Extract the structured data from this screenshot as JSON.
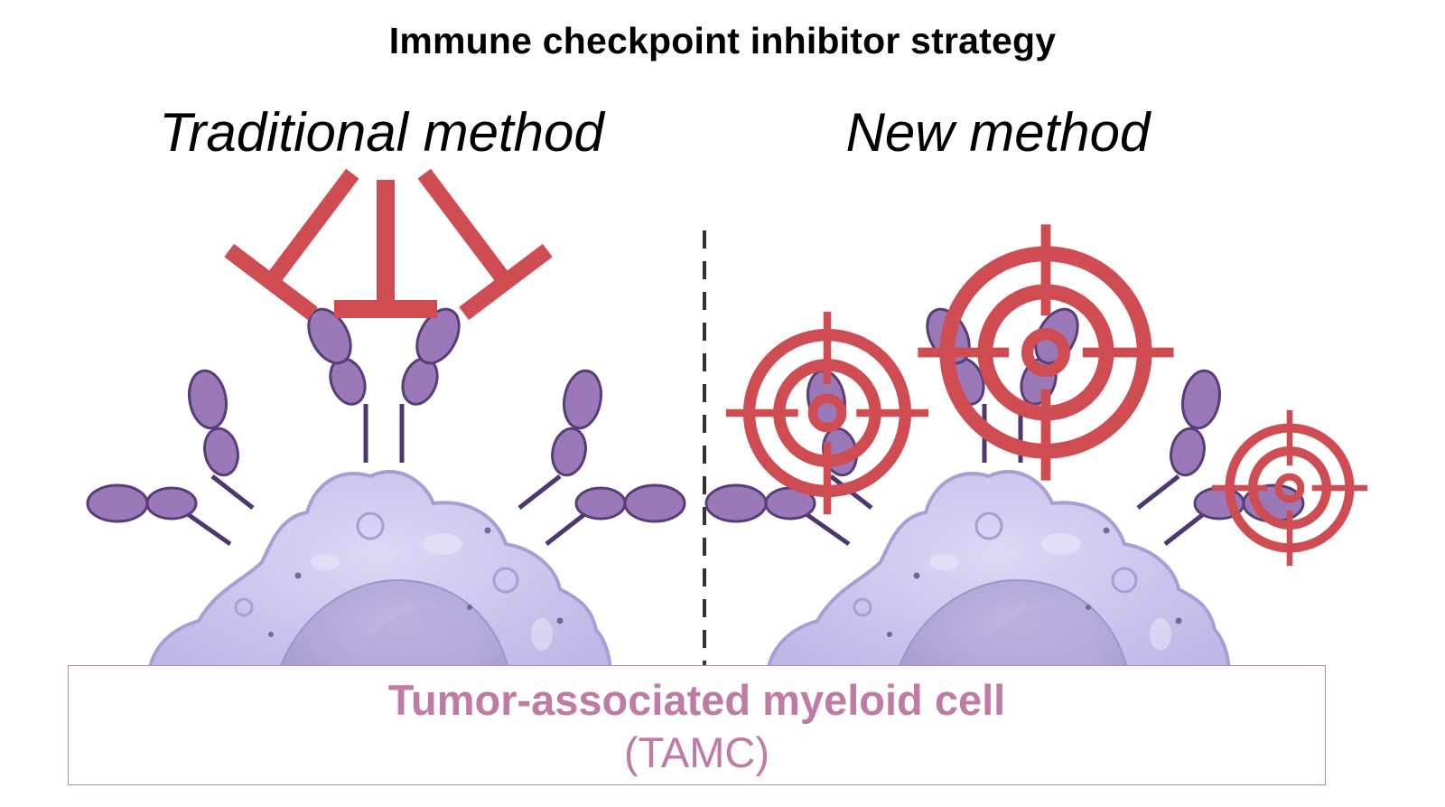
{
  "title": "Immune checkpoint inhibitor strategy",
  "panels": {
    "left": {
      "label": "Traditional method"
    },
    "right": {
      "label": "New method"
    }
  },
  "caption": {
    "main": "Tumor-associated myeloid cell",
    "abbr": "(TAMC)"
  },
  "colors": {
    "inhibitor_red": "#cf4c52",
    "receptor_purple": "#9b78b8",
    "cell_lavender": "#c4bfea",
    "caption_pink": "#c07ba5"
  },
  "icons": [
    "inhibitor-bar-icon",
    "target-crosshair-icon",
    "receptor-icon",
    "myeloid-cell-icon"
  ]
}
